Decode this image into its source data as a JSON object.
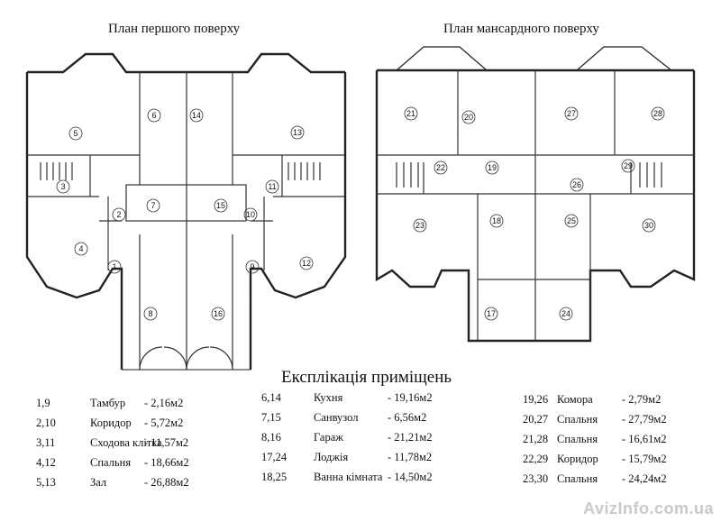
{
  "titles": {
    "ground": "План першого поверху",
    "attic": "План мансардного поверху"
  },
  "ground_rooms": [
    "1",
    "2",
    "3",
    "4",
    "5",
    "6",
    "7",
    "8",
    "9",
    "10",
    "11",
    "12",
    "13",
    "14",
    "15",
    "16"
  ],
  "attic_rooms": [
    "17",
    "18",
    "19",
    "20",
    "21",
    "22",
    "23",
    "24",
    "25",
    "26",
    "27",
    "28",
    "29",
    "30"
  ],
  "legend": {
    "title": "Експлікація приміщень",
    "col1": [
      {
        "num": "1,9",
        "name": "Тамбур",
        "value": "- 2,16м2"
      },
      {
        "num": "2,10",
        "name": "Коридор",
        "value": "- 5,72м2"
      },
      {
        "num": "3,11",
        "name": "Сходова клітка",
        "value": "- 11,57м2"
      },
      {
        "num": "4,12",
        "name": "Спальня",
        "value": "- 18,66м2"
      },
      {
        "num": "5,13",
        "name": "Зал",
        "value": "- 26,88м2"
      }
    ],
    "col2": [
      {
        "num": "6,14",
        "name": "Кухня",
        "value": "- 19,16м2"
      },
      {
        "num": "7,15",
        "name": "Санвузол",
        "value": "- 6,56м2"
      },
      {
        "num": "8,16",
        "name": "Гараж",
        "value": "- 21,21м2"
      },
      {
        "num": "17,24",
        "name": "Лоджія",
        "value": "- 11,78м2"
      },
      {
        "num": "18,25",
        "name": "Ванна кімната",
        "value": "- 14,50м2"
      }
    ],
    "col3": [
      {
        "num": "19,26",
        "name": "Комора",
        "value": "- 2,79м2"
      },
      {
        "num": "20,27",
        "name": "Спальня",
        "value": "- 27,79м2"
      },
      {
        "num": "21,28",
        "name": "Спальня",
        "value": "- 16,61м2"
      },
      {
        "num": "22,29",
        "name": "Коридор",
        "value": "- 15,79м2"
      },
      {
        "num": "23,30",
        "name": "Спальня",
        "value": "- 24,24м2"
      }
    ]
  },
  "watermark": "AvizInfo.com.ua"
}
